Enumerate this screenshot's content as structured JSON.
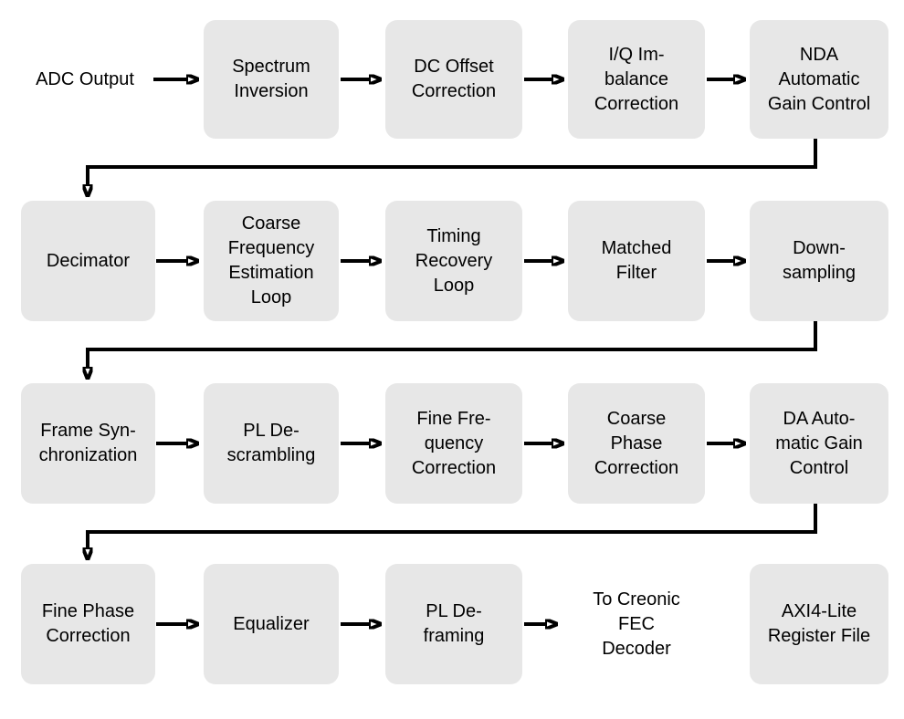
{
  "colors": {
    "background": "#ffffff",
    "box_fill": "#e7e7e7",
    "text": "#000000",
    "arrow": "#000000"
  },
  "flow": {
    "rows": [
      {
        "nodes": [
          {
            "kind": "label",
            "text": "ADC Output"
          },
          {
            "kind": "block",
            "text": "Spectrum\nInversion"
          },
          {
            "kind": "block",
            "text": "DC Offset\nCorrection"
          },
          {
            "kind": "block",
            "text": "I/Q Im-\nbalance\nCorrection"
          },
          {
            "kind": "block",
            "text": "NDA\nAutomatic\nGain Control"
          }
        ]
      },
      {
        "nodes": [
          {
            "kind": "block",
            "text": "Decimator"
          },
          {
            "kind": "block",
            "text": "Coarse\nFrequency\nEstimation\nLoop"
          },
          {
            "kind": "block",
            "text": "Timing\nRecovery\nLoop"
          },
          {
            "kind": "block",
            "text": "Matched\nFilter"
          },
          {
            "kind": "block",
            "text": "Down-\nsampling"
          }
        ]
      },
      {
        "nodes": [
          {
            "kind": "block",
            "text": "Frame Syn-\nchronization"
          },
          {
            "kind": "block",
            "text": "PL De-\nscrambling"
          },
          {
            "kind": "block",
            "text": "Fine Fre-\nquency\nCorrection"
          },
          {
            "kind": "block",
            "text": "Coarse\nPhase\nCorrection"
          },
          {
            "kind": "block",
            "text": "DA Auto-\nmatic Gain\nControl"
          }
        ]
      },
      {
        "nodes": [
          {
            "kind": "block",
            "text": "Fine Phase\nCorrection"
          },
          {
            "kind": "block",
            "text": "Equalizer"
          },
          {
            "kind": "block",
            "text": "PL De-\nframing"
          },
          {
            "kind": "label",
            "text": "To Creonic\nFEC\nDecoder"
          }
        ]
      }
    ],
    "standalone_block": {
      "text": "AXI4-Lite\nRegister File"
    }
  }
}
